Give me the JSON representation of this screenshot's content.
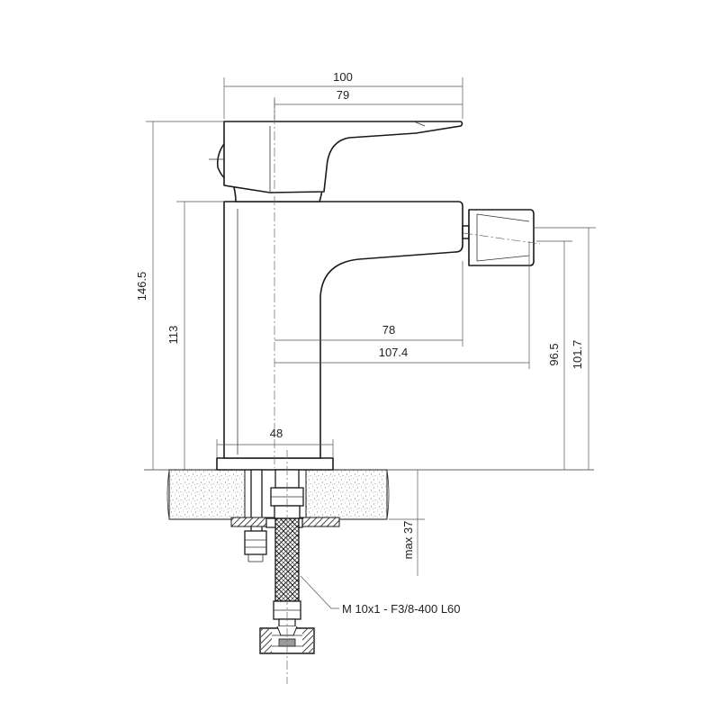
{
  "diagram": {
    "dimensions": {
      "overall_width": "100",
      "handle_width": "79",
      "total_height": "146.5",
      "body_height": "113",
      "spout_reach": "78",
      "nozzle_reach": "107.4",
      "spout_height": "96.5",
      "nozzle_height": "101.7",
      "base_diameter": "48",
      "max_counter_thickness": "max 37"
    },
    "callout": {
      "hose_spec": "M 10x1 - F3/8-400 L60"
    }
  }
}
